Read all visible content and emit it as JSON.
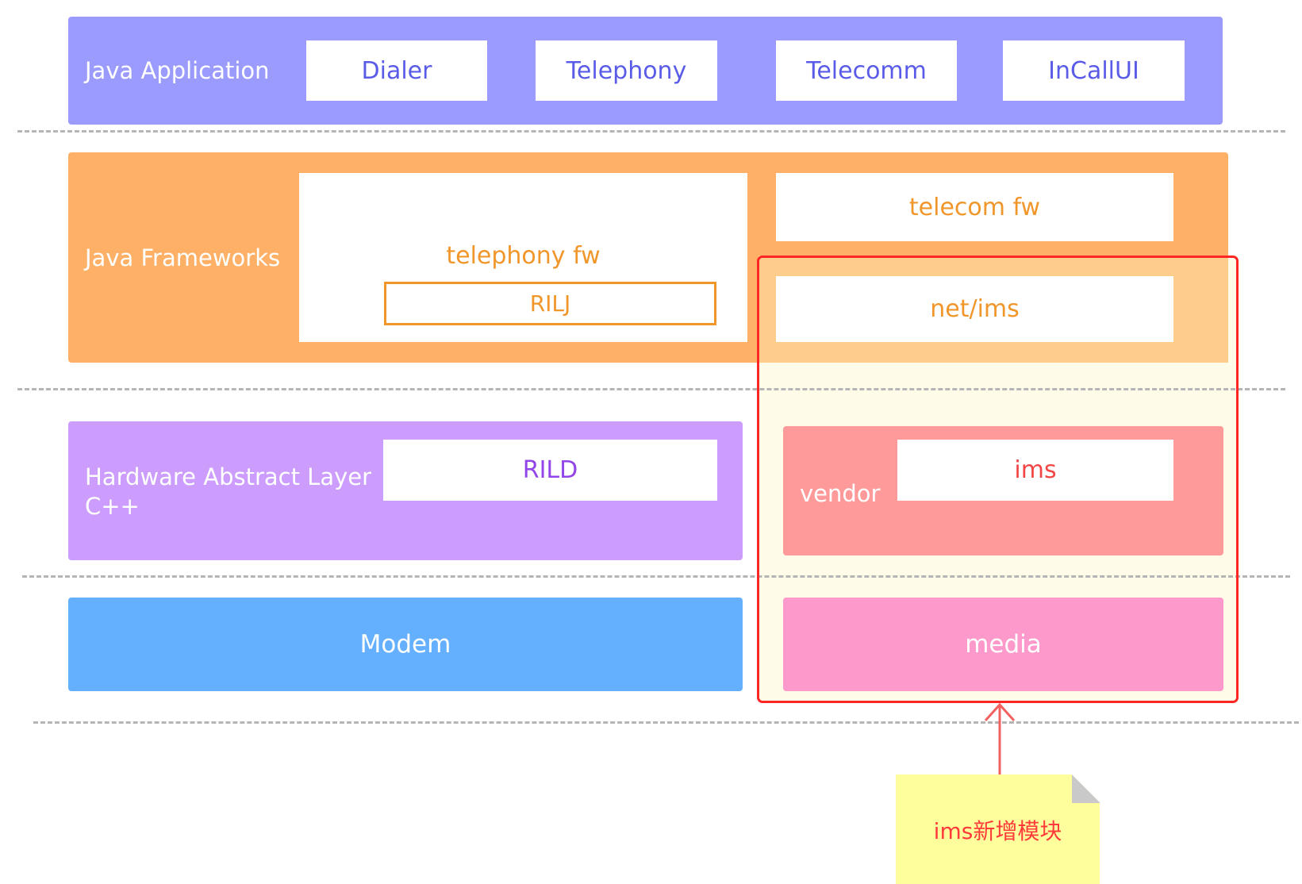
{
  "colors": {
    "app_layer": "#9a9bfd",
    "frameworks_layer": "#feb067",
    "hal_layer": "#cc9dfd",
    "modem_layer": "#65b0fe",
    "vendor_layer": "#fe9a9a",
    "media_layer": "#fd99cb",
    "app_text": "#5a5ce8",
    "fw_text": "#f0962a",
    "hal_text": "#9245e8",
    "vendor_text": "#f24646",
    "highlight_frame": "#ff2525",
    "note_fill": "#fefe9c",
    "note_text": "#ff3a3a"
  },
  "layers": {
    "java_application": {
      "label": "Java Application",
      "modules": [
        "Dialer",
        "Telephony",
        "Telecomm",
        "InCallUI"
      ]
    },
    "java_frameworks": {
      "label": "Java Frameworks",
      "telephony_fw": "telephony fw",
      "rilj": "RILJ",
      "telecom_fw": "telecom fw",
      "net_ims": "net/ims"
    },
    "hal": {
      "label_line1": "Hardware Abstract Layer",
      "label_line2": "C++",
      "rild": "RILD"
    },
    "vendor": {
      "label": "vendor",
      "ims": "ims"
    },
    "modem": {
      "label": "Modem"
    },
    "media": {
      "label": "media"
    }
  },
  "note": {
    "text": "ims新增模块"
  }
}
